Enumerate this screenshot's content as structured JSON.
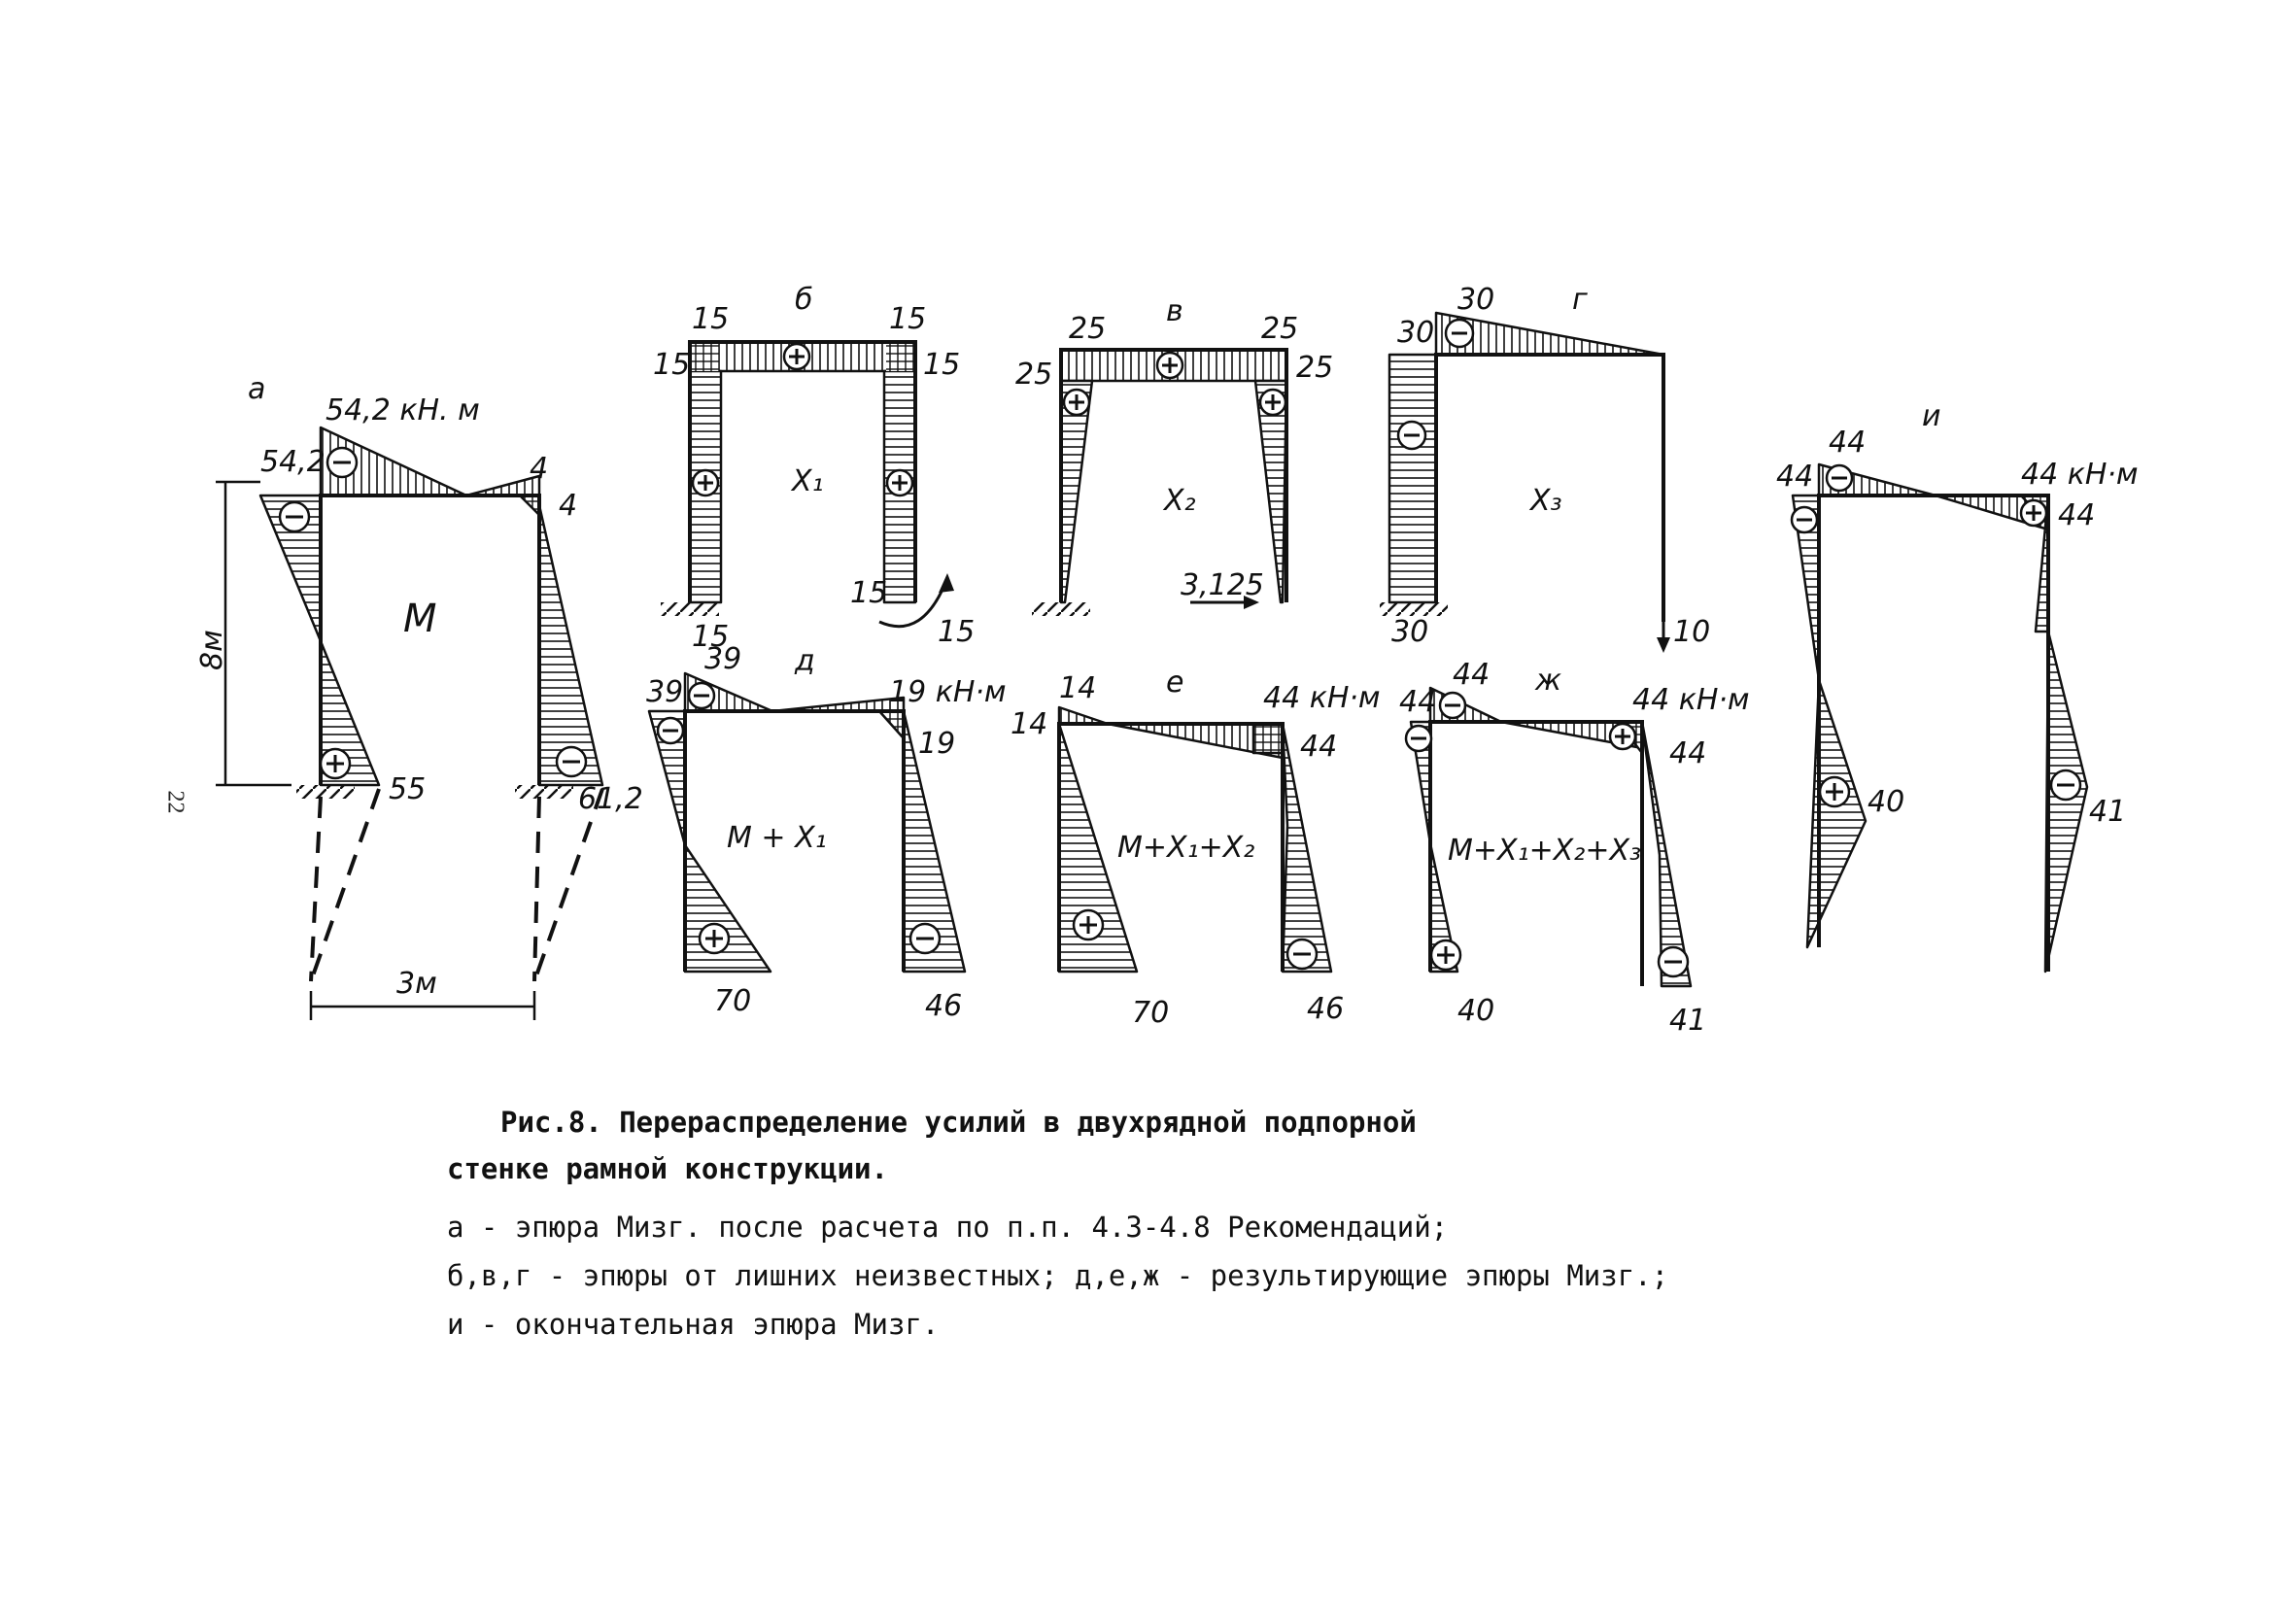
{
  "page_number": "22",
  "panels": {
    "a": {
      "letter": "а",
      "title": "M",
      "unit_label": "54,2 кН. м",
      "left_top": "54,2",
      "right_top_a": "4",
      "right_top_b": "4",
      "left_bottom": "55",
      "right_bottom": "61,2",
      "height_dim": "8м",
      "width_dim": "3м"
    },
    "b": {
      "letter": "б",
      "unknown": "X₁",
      "top_left": "15",
      "top_right": "15",
      "side_left": "15",
      "side_right": "15",
      "bottom_left": "15",
      "bottom_right_a": "15",
      "bottom_right_b": "15"
    },
    "v": {
      "letter": "в",
      "unknown": "X₂",
      "top_left": "25",
      "top_right": "25",
      "side_left": "25",
      "side_right": "25",
      "force": "3,125"
    },
    "g": {
      "letter": "г",
      "unknown": "X₃",
      "top": "30",
      "side": "30",
      "bottom": "30",
      "force": "10"
    },
    "d": {
      "letter": "д",
      "formula": "M + X₁",
      "top_left_a": "39",
      "top_left_b": "39",
      "top_right": "19 кН·м",
      "side_right": "19",
      "bottom_left": "70",
      "bottom_right": "46"
    },
    "e": {
      "letter": "е",
      "formula": "M+X₁+X₂",
      "top_left": "14",
      "top_right": "44 кН·м",
      "side_left": "14",
      "side_right": "44",
      "bottom_left": "70",
      "bottom_right": "46"
    },
    "zh": {
      "letter": "ж",
      "formula": "M+X₁+X₂+X₃",
      "top_left": "44",
      "side_left": "44",
      "top_right": "44 кН·м",
      "side_right": "44",
      "bottom_left": "40",
      "bottom_right": "41"
    },
    "i": {
      "letter": "и",
      "top_left": "44",
      "side_left": "44",
      "top_right": "44 кН·м",
      "side_right": "44",
      "mid_left": "40",
      "mid_right": "41"
    }
  },
  "caption": {
    "line1": "Рис.8. Перераспределение усилий в двухрядной подпорной",
    "line2": "стенке рамной конструкции.",
    "line3": "а - эпюра Мизг. после расчета по п.п. 4.3-4.8 Рекомендаций;",
    "line4": "б,в,г - эпюры от лишних неизвестных; д,е,ж - результирующие эпюры Мизг.;",
    "line5": "и - окончательная эпюра Мизг."
  }
}
